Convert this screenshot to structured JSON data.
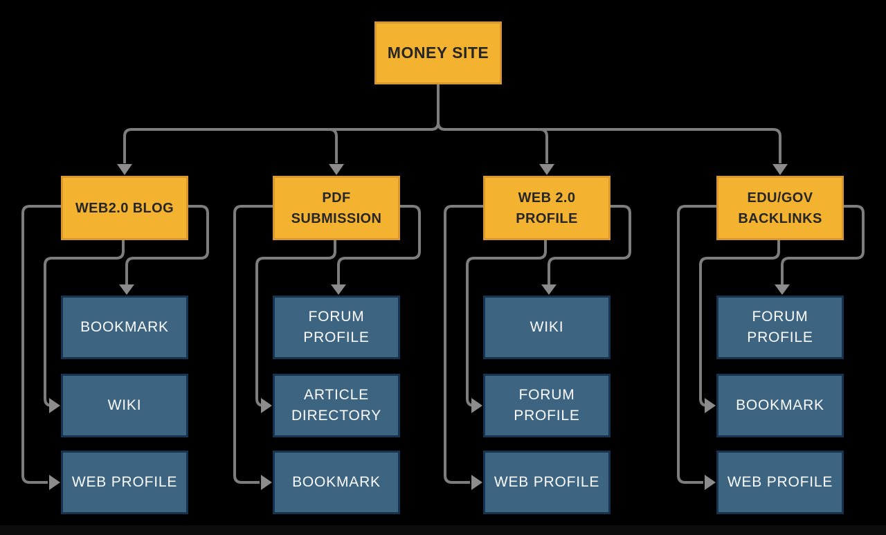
{
  "root": {
    "label": "MONEY SITE"
  },
  "groups": [
    {
      "parent": {
        "label": "WEB2.0 BLOG"
      },
      "children": [
        {
          "label": "BOOKMARK"
        },
        {
          "label": "WIKI"
        },
        {
          "label": "WEB PROFILE"
        }
      ]
    },
    {
      "parent": {
        "label": "PDF\nSUBMISSION"
      },
      "children": [
        {
          "label": "FORUM\nPROFILE"
        },
        {
          "label": "ARTICLE\nDIRECTORY"
        },
        {
          "label": "BOOKMARK"
        }
      ]
    },
    {
      "parent": {
        "label": "WEB 2.0\nPROFILE"
      },
      "children": [
        {
          "label": "WIKI"
        },
        {
          "label": "FORUM\nPROFILE"
        },
        {
          "label": "WEB PROFILE"
        }
      ]
    },
    {
      "parent": {
        "label": "EDU/GOV\nBACKLINKS"
      },
      "children": [
        {
          "label": "FORUM\nPROFILE"
        },
        {
          "label": "BOOKMARK"
        },
        {
          "label": "WEB PROFILE"
        }
      ]
    }
  ],
  "colors": {
    "background": "#000000",
    "parent_fill": "#F4B231",
    "parent_border": "#D8982E",
    "parent_text": "#262626",
    "child_fill": "#3D6480",
    "child_border": "#16344F",
    "child_text": "#FAFAFA",
    "connector": "#7D7D7D",
    "arrowhead": "#8C8C8C"
  }
}
